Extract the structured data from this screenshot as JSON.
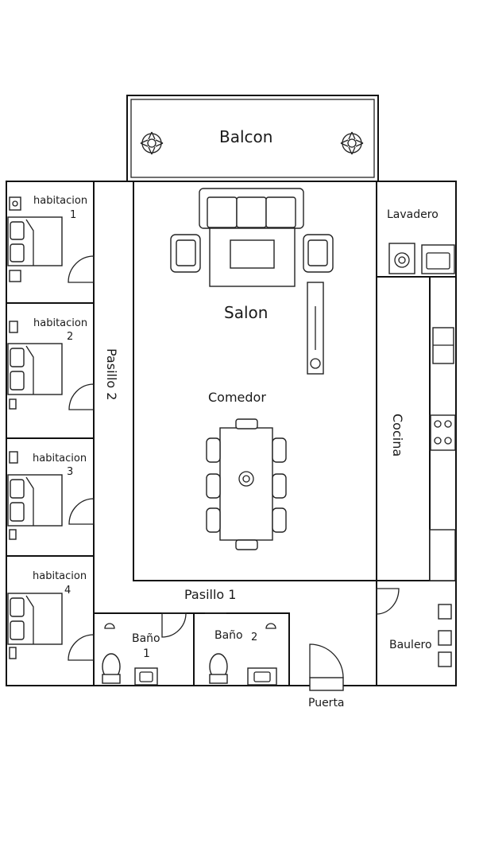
{
  "rooms": {
    "balcon": "Balcon",
    "habitacion": "habitacion",
    "hab1_num": "1",
    "hab2_num": "2",
    "hab3_num": "3",
    "hab4_num": "4",
    "pasillo2": "Pasillo  2",
    "salon": "Salon",
    "comedor": "Comedor",
    "lavadero": "Lavadero",
    "cocina": "Cocina",
    "pasillo1": "Pasillo 1",
    "bano": "Baño",
    "bano1_num": "1",
    "bano2_num": "2",
    "baulero": "Baulero",
    "puerta": "Puerta"
  },
  "colors": {
    "line": "#111111",
    "background": "#ffffff"
  }
}
